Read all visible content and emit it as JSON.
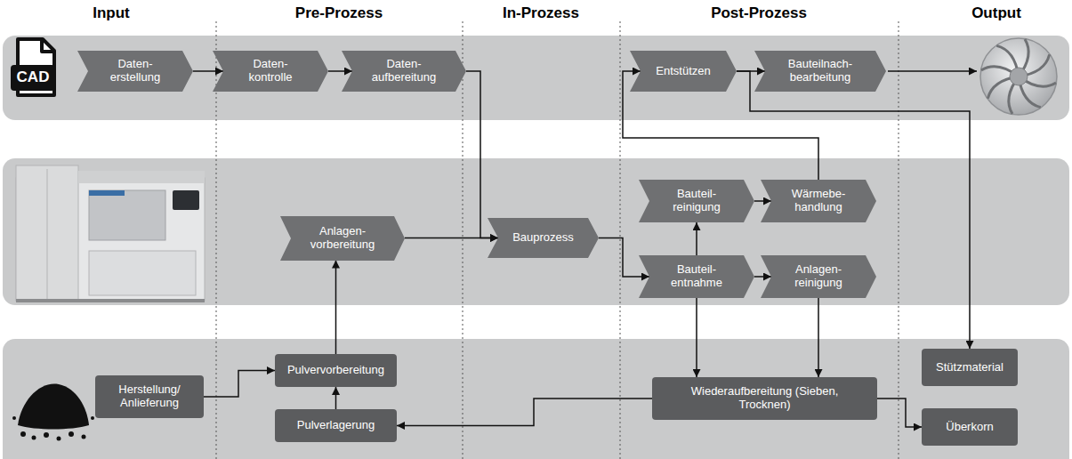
{
  "diagram": {
    "nodes": [
      {
        "text": [
          "Daten- erstellung"
        ]
      },
      {
        "text": [
          "Daten- kontrolle"
        ]
      },
      {
        "text": [
          "Daten- aufbereitung"
        ]
      },
      {
        "text": [
          "Entstützen"
        ]
      },
      {
        "text": [
          "Bauteilnach- bearbeitung"
        ]
      },
      {
        "text": [
          "Bauteil- reinigung"
        ]
      },
      {
        "text": [
          "Wärmebe- handlung"
        ]
      },
      {
        "text": [
          "Anlagen- vorbereitung"
        ]
      },
      {
        "text": [
          "Bauprozess"
        ]
      },
      {
        "text": [
          "Bauteil- entnahme"
        ]
      },
      {
        "text": [
          "Anlagen- reinigung"
        ]
      },
      {
        "text": [
          "Herstellung/ Anlieferung"
        ]
      },
      {
        "text": [
          "Pulvervorbereitung"
        ]
      },
      {
        "text": [
          "Pulverlagerung"
        ]
      },
      {
        "text": [
          "Wiederaufbereitung (Sieben, Trocknen)"
        ]
      },
      {
        "text": [
          "Stützmaterial"
        ]
      },
      {
        "text": [
          "Überkorn"
        ]
      }
    ],
    "edges": [
      {
        "from": 0,
        "to": 1,
        "arrow": "to"
      },
      {
        "from": 1,
        "to": 2,
        "arrow": "to"
      },
      {
        "from": 2,
        "to": 8,
        "arrow": "to"
      },
      {
        "from": 7,
        "to": 8,
        "arrow": "to"
      },
      {
        "from": 8,
        "to": 9,
        "arrow": "to"
      },
      {
        "from": 9,
        "to": 5,
        "arrow": "to"
      },
      {
        "from": 5,
        "to": 6,
        "arrow": "to"
      },
      {
        "from": 9,
        "to": 10,
        "arrow": "to"
      },
      {
        "from": 6,
        "to": 3,
        "arrow": "to"
      },
      {
        "from": 3,
        "to": 4,
        "arrow": "to"
      },
      {
        "from": 3,
        "to": 15,
        "arrow": "to"
      },
      {
        "from": 9,
        "to": 14,
        "arrow": "to"
      },
      {
        "from": 10,
        "to": 14,
        "arrow": "to"
      },
      {
        "from": 14,
        "to": 13,
        "arrow": "to"
      },
      {
        "from": 14,
        "to": 16,
        "arrow": "to"
      },
      {
        "from": 11,
        "to": 12,
        "arrow": "to"
      },
      {
        "from": 13,
        "to": 12,
        "arrow": "to"
      },
      {
        "from": 12,
        "to": 7,
        "arrow": "to"
      }
    ],
    "labels": [
      "Input",
      "Pre-Prozess",
      "In-Prozess",
      "Post-Prozess",
      "Output",
      "CAD"
    ]
  }
}
